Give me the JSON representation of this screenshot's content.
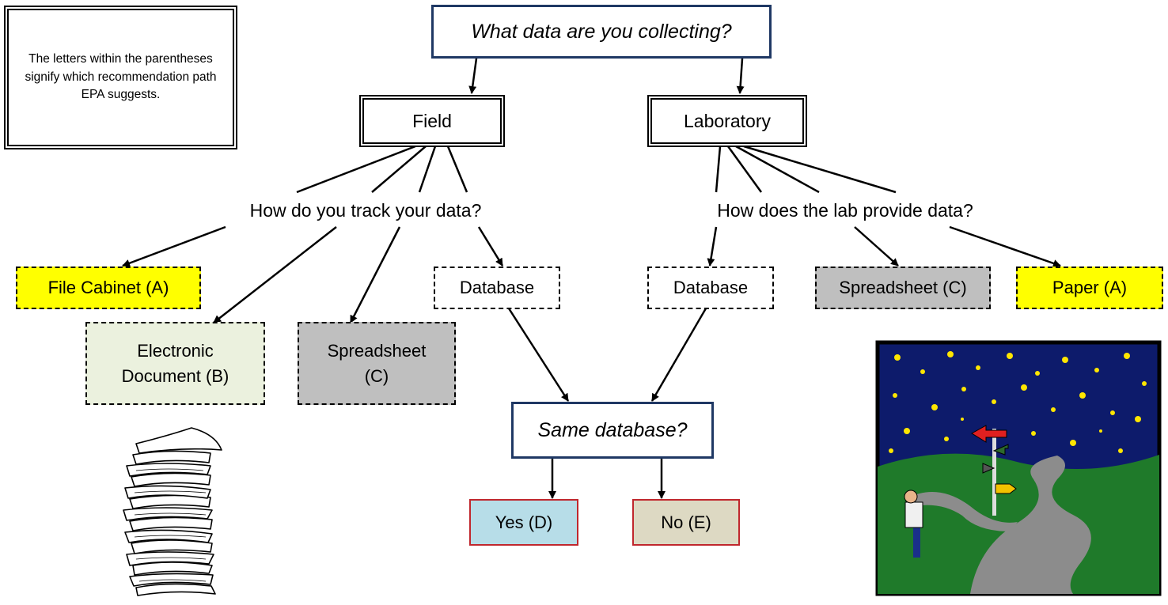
{
  "note": {
    "text": "The letters within the parentheses signify which recommendation path EPA suggests."
  },
  "root": {
    "label": "What data are you collecting?"
  },
  "field": {
    "label": "Field"
  },
  "laboratory": {
    "label": "Laboratory"
  },
  "field_question": {
    "label": "How do you track your data?"
  },
  "lab_question": {
    "label": "How does the lab provide data?"
  },
  "field_options": {
    "file_cabinet": {
      "label": "File Cabinet (A)",
      "color": "#ffff00"
    },
    "electronic_document": {
      "line1": "Electronic",
      "line2": "Document (B)",
      "color": "#ebf1de"
    },
    "spreadsheet": {
      "line1": "Spreadsheet",
      "line2": "(C)",
      "color": "#bfbfbf"
    },
    "database": {
      "label": "Database",
      "color": "#ffffff"
    }
  },
  "lab_options": {
    "database": {
      "label": "Database",
      "color": "#ffffff"
    },
    "spreadsheet": {
      "label": "Spreadsheet (C)",
      "color": "#bfbfbf"
    },
    "paper": {
      "label": "Paper (A)",
      "color": "#ffff00"
    }
  },
  "same_database": {
    "label": "Same database?"
  },
  "outcomes": {
    "yes": {
      "label": "Yes (D)",
      "color": "#b7dde8"
    },
    "no": {
      "label": "No (E)",
      "color": "#ddd9c3"
    }
  },
  "clipart": {
    "paper_stack": "paper-stack-illustration",
    "crossroads": "signpost-crossroads-night-illustration"
  }
}
